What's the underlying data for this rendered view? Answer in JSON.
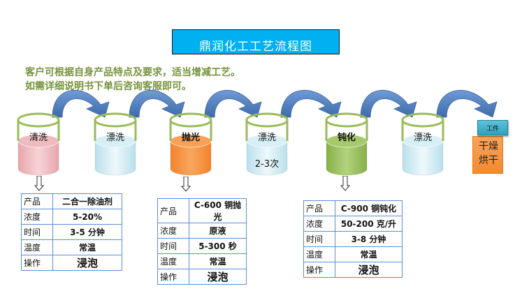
{
  "title": "鼎润化工工艺流程图",
  "notes": [
    "客户可根据自身产品特点及要求，适当增减工艺。",
    "如需详细说明书下单后咨询客服即可。"
  ],
  "colors": {
    "title_bg": "#00b0f0",
    "note_text": "#77933c",
    "arrow": "#4f81bd",
    "tank_rim": "#9bbb59",
    "table_border": "#5b8dd6"
  },
  "steps": [
    {
      "label": "清洗",
      "sub": "",
      "liquid": "pink"
    },
    {
      "label": "漂洗",
      "sub": "",
      "liquid": "lightblue"
    },
    {
      "label": "抛光",
      "sub": "",
      "liquid": "orange"
    },
    {
      "label": "漂洗",
      "sub": "2-3次",
      "liquid": "lightblue"
    },
    {
      "label": "钝化",
      "sub": "",
      "liquid": "green"
    },
    {
      "label": "漂洗",
      "sub": "",
      "liquid": "lightblue"
    }
  ],
  "final_step": {
    "tag": "工件",
    "label_line1": "干燥",
    "label_line2": "烘干"
  },
  "tables": [
    {
      "rows": [
        {
          "key": "产品",
          "value": "二合一除油剂"
        },
        {
          "key": "浓度",
          "value": "5-20%"
        },
        {
          "key": "时间",
          "value": "3-5 分钟"
        },
        {
          "key": "温度",
          "value": "常温"
        },
        {
          "key": "操作",
          "value": "浸泡"
        }
      ]
    },
    {
      "rows": [
        {
          "key": "产品",
          "value": "C-600 铜抛光"
        },
        {
          "key": "浓度",
          "value": "原液"
        },
        {
          "key": "时间",
          "value": "5-300 秒"
        },
        {
          "key": "温度",
          "value": "常温"
        },
        {
          "key": "操作",
          "value": "浸泡"
        }
      ]
    },
    {
      "rows": [
        {
          "key": "产品",
          "value": "C-900 铜钝化"
        },
        {
          "key": "浓度",
          "value": "50-200 克/升"
        },
        {
          "key": "时间",
          "value": "3-8 分钟"
        },
        {
          "key": "温度",
          "value": "常温"
        },
        {
          "key": "操作",
          "value": "浸泡"
        }
      ]
    }
  ]
}
